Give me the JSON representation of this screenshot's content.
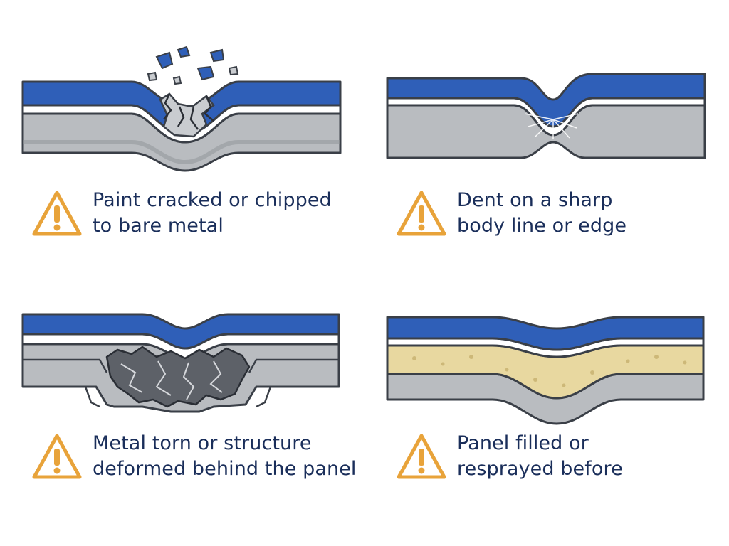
{
  "colors": {
    "paint_blue": "#2f5fb8",
    "clear_white": "#ffffff",
    "metal_gray": "#b9bcc0",
    "outline": "#3a3f47",
    "filler": "#e8d8a0",
    "warning_orange": "#e8a33a",
    "text_navy": "#1a2e5a"
  },
  "icons": {
    "warning": "warning-triangle-icon"
  },
  "panels": [
    {
      "line1": "Paint cracked or chipped",
      "line2": "to bare metal"
    },
    {
      "line1": "Dent on a sharp",
      "line2": "body line or edge"
    },
    {
      "line1": "Metal torn or structure",
      "line2": "deformed behind the panel"
    },
    {
      "line1": "Panel filled or",
      "line2": "resprayed before"
    }
  ]
}
